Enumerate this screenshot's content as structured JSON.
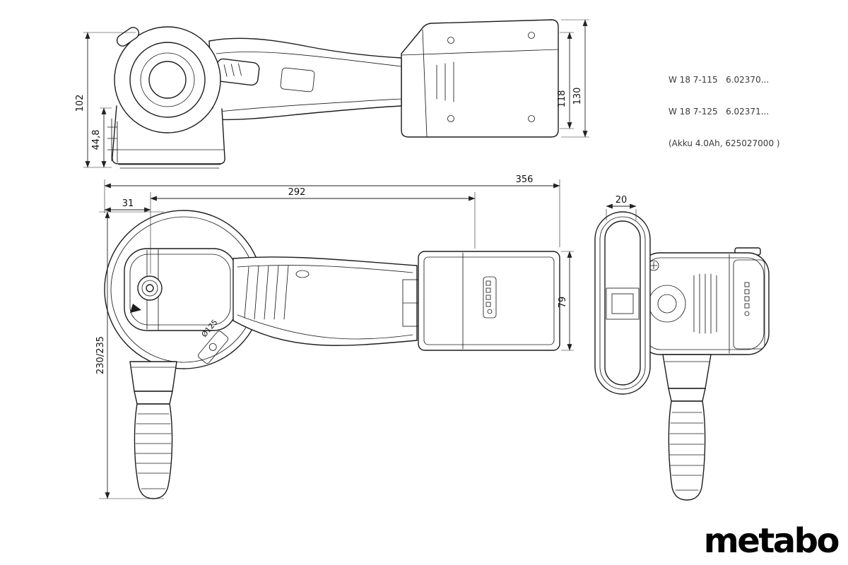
{
  "product_info": {
    "line1": "W 18 7-115   6.02370...",
    "line2": "W 18 7-125   6.02371...",
    "line3": "(Akku 4.0Ah, 625027000 )"
  },
  "dimensions": {
    "side_overall_height": "102",
    "guard_depth": "44,8",
    "battery_inner_height": "118",
    "battery_overall_height": "130",
    "overall_length": "356",
    "length_without_battery": "292",
    "disc_overhang": "31",
    "height_with_side_handle": "230/235",
    "battery_width": "79",
    "disc_thickness": "20"
  },
  "annotations": {
    "disc_diameter": "Ø125"
  },
  "logo": "metabo"
}
